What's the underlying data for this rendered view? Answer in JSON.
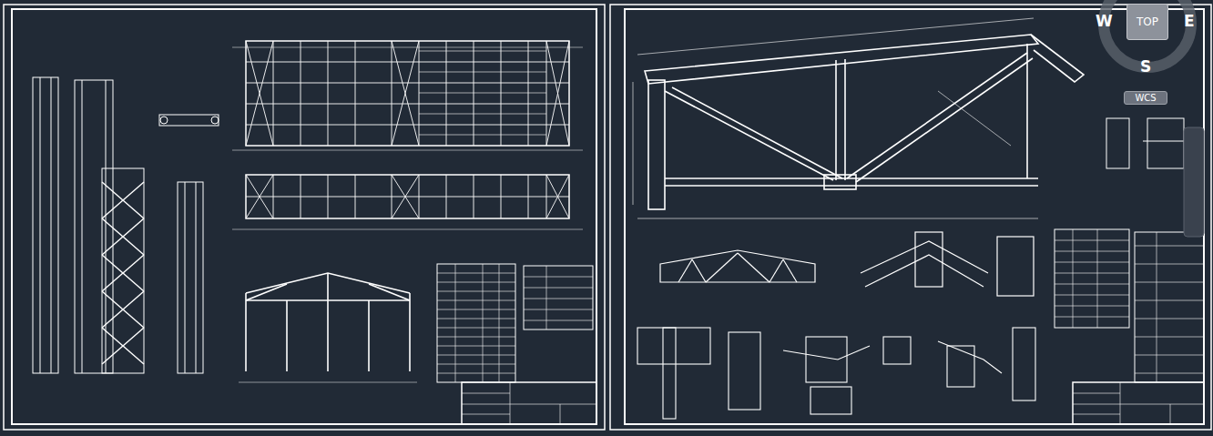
{
  "diagram": {
    "nodes": [
      {
        "text": [
          "TOP"
        ]
      },
      {
        "text": [
          "WCS"
        ]
      }
    ],
    "labels": [
      "W",
      "E",
      "S"
    ]
  }
}
